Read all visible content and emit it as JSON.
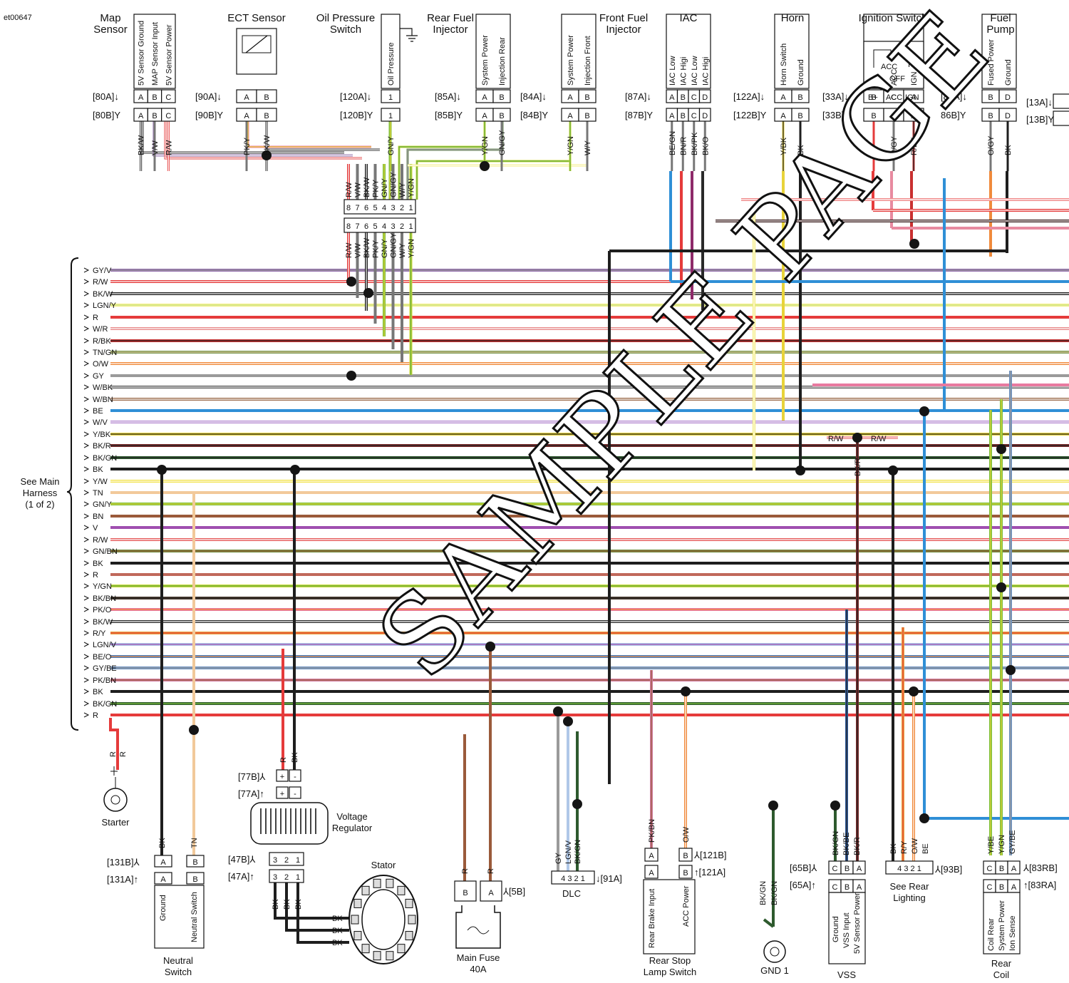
{
  "doc_id": "et00647",
  "watermark": "SAMPLE PAGE",
  "harness_label": [
    "See Main",
    "Harness",
    "(1 of 2)"
  ],
  "harness_wires": [
    {
      "label": "GY/V",
      "color": "#8e6aa8",
      "stripe": "#9a9a9a"
    },
    {
      "label": "R/W",
      "color": "#e53b3b",
      "stripe": "#ffffff"
    },
    {
      "label": "BK/W",
      "color": "#222222",
      "stripe": "#ffffff"
    },
    {
      "label": "LGN/Y",
      "color": "#f4ec7a",
      "stripe": "#c8e6a0"
    },
    {
      "label": "R",
      "color": "#e53b3b",
      "stripe": null
    },
    {
      "label": "W/R",
      "color": "#e88a8a",
      "stripe": "#ffffff"
    },
    {
      "label": "R/BK",
      "color": "#c93030",
      "stripe": "#222222"
    },
    {
      "label": "TN/GN",
      "color": "#7c9a52",
      "stripe": "#d9c49a"
    },
    {
      "label": "O/W",
      "color": "#f08a3c",
      "stripe": "#ffffff"
    },
    {
      "label": "GY",
      "color": "#9a9a9a",
      "stripe": null
    },
    {
      "label": "W/BK",
      "color": "#555555",
      "stripe": "#ffffff"
    },
    {
      "label": "W/BN",
      "color": "#9b6b4b",
      "stripe": "#ffffff"
    },
    {
      "label": "BE",
      "color": "#2f8fd6",
      "stripe": null
    },
    {
      "label": "W/V",
      "color": "#b58ad0",
      "stripe": "#ffffff"
    },
    {
      "label": "Y/BK",
      "color": "#e8d33a",
      "stripe": "#222222"
    },
    {
      "label": "BK/R",
      "color": "#7a2a2a",
      "stripe": "#222222"
    },
    {
      "label": "BK/GN",
      "color": "#2e5a2e",
      "stripe": "#222222"
    },
    {
      "label": "BK",
      "color": "#1e1e1e",
      "stripe": null
    },
    {
      "label": "Y/W",
      "color": "#f2e24a",
      "stripe": "#ffffff"
    },
    {
      "label": "TN",
      "color": "#f2c99a",
      "stripe": null
    },
    {
      "label": "GN/Y",
      "color": "#7bbf3a",
      "stripe": "#e8d33a"
    },
    {
      "label": "BN",
      "color": "#9a5a3a",
      "stripe": null
    },
    {
      "label": "V",
      "color": "#a04fb0",
      "stripe": null
    },
    {
      "label": "R/W",
      "color": "#e55b5b",
      "stripe": "#ffffff"
    },
    {
      "label": "GN/BN",
      "color": "#6b8a3a",
      "stripe": "#9a5a3a"
    },
    {
      "label": "BK",
      "color": "#1e1e1e",
      "stripe": null
    },
    {
      "label": "R",
      "color": "#c0685a",
      "stripe": null
    },
    {
      "label": "Y/GN",
      "color": "#c8d63a",
      "stripe": "#5aa83a"
    },
    {
      "label": "BK/BN",
      "color": "#4a3a2e",
      "stripe": "#222222"
    },
    {
      "label": "PK/O",
      "color": "#e87aa0",
      "stripe": "#f08a3c"
    },
    {
      "label": "BK/W",
      "color": "#333333",
      "stripe": "#ffffff"
    },
    {
      "label": "R/Y",
      "color": "#e8a03a",
      "stripe": "#e53b3b"
    },
    {
      "label": "LGN/V",
      "color": "#b0c8e8",
      "stripe": "#a04fb0"
    },
    {
      "label": "BE/O",
      "color": "#4a7fc0",
      "stripe": "#f08a3c"
    },
    {
      "label": "GY/BE",
      "color": "#6a90c0",
      "stripe": "#9a9a9a"
    },
    {
      "label": "PK/BN",
      "color": "#d07aa0",
      "stripe": "#9a5a3a"
    },
    {
      "label": "BK",
      "color": "#1e1e1e",
      "stripe": null
    },
    {
      "label": "BK/GN",
      "color": "#2e5a2e",
      "stripe": "#7bbf3a"
    },
    {
      "label": "R",
      "color": "#e53b3b",
      "stripe": null
    }
  ],
  "inline_connector": {
    "top_wires": [
      "R/W",
      "V/W",
      "BK/W",
      "PK/Y",
      "GN/Y",
      "GN/GY",
      "W/Y",
      "Y/GN"
    ],
    "pins": [
      "8",
      "7",
      "6",
      "5",
      "4",
      "3",
      "2",
      "1"
    ],
    "bottom_wires": [
      "R/W",
      "V/W",
      "BK/W",
      "PK/Y",
      "GN/Y",
      "GN/GY",
      "W/Y",
      "Y/GN"
    ]
  },
  "components_top": [
    {
      "id": "map",
      "title": [
        "Map",
        "Sensor"
      ],
      "funcs": [
        "5V Sensor Ground",
        "MAP Sensor Input",
        "5V Sensor Power"
      ],
      "pins": [
        "A",
        "B",
        "C"
      ],
      "conn_a": "[80A]",
      "conn_b": "[80B]",
      "wires": [
        "BK/W",
        "V/W",
        "R/W"
      ]
    },
    {
      "id": "ect",
      "title": [
        "ECT Sensor"
      ],
      "pins": [
        "A",
        "B"
      ],
      "conn_a": "[90A]",
      "conn_b": "[90B]",
      "wires": [
        "PK/Y",
        "BK/W"
      ]
    },
    {
      "id": "oil",
      "title": [
        "Oil Pressure",
        "Switch"
      ],
      "funcs": [
        "Oil Pressure"
      ],
      "pins": [
        "1"
      ],
      "conn_a": "[120A]",
      "conn_b": "[120B]",
      "wires": [
        "GN/Y"
      ]
    },
    {
      "id": "rear-inj",
      "title": [
        "Rear Fuel",
        "Injector"
      ],
      "funcs": [
        "System Power",
        "Injection Rear"
      ],
      "pins": [
        "A",
        "B"
      ],
      "conn_a": "[85A]",
      "conn_b": "[85B]",
      "wires": [
        "Y/GN",
        "GN/GY"
      ]
    },
    {
      "id": "front-inj",
      "title": [
        "Front Fuel",
        "Injector"
      ],
      "funcs": [
        "System Power",
        "Injection Front"
      ],
      "pins": [
        "A",
        "B"
      ],
      "conn_a": "[84A]",
      "conn_b": "[84B]",
      "wires": [
        "Y/GN",
        "W/Y"
      ]
    },
    {
      "id": "iac",
      "title": [
        "IAC"
      ],
      "funcs": [
        "IAC Low",
        "IAC Higi",
        "IAC Low",
        "IAC Higi"
      ],
      "pins": [
        "A",
        "B",
        "C",
        "D"
      ],
      "conn_a": "[87A]",
      "conn_b": "[87B]",
      "wires": [
        "BE/GN",
        "BN/R",
        "BK/PK",
        "BK/O"
      ]
    },
    {
      "id": "horn",
      "title": [
        "Horn"
      ],
      "funcs": [
        "Horn Switch",
        "Ground"
      ],
      "pins": [
        "A",
        "B"
      ],
      "conn_a": "[122A]",
      "conn_b": "[122B]",
      "wires": [
        "Y/BK",
        "BK"
      ]
    },
    {
      "id": "ign",
      "title": [
        "Ignition Switch"
      ],
      "funcs": [
        "B+",
        "ACC",
        "IGN"
      ],
      "switch_labels": [
        "ACC",
        "OFF",
        "IGN"
      ],
      "pins": [
        "B",
        "C",
        "A"
      ],
      "conn_a": "[33A]",
      "conn_b": "[33B]",
      "wires": [
        "R",
        "R/GY",
        "R/BK"
      ]
    },
    {
      "id": "pump",
      "title": [
        "Fuel",
        "Pump"
      ],
      "funcs": [
        "Fused Power",
        "Ground"
      ],
      "pins": [
        "B",
        "D"
      ],
      "conn_a": "[86A]",
      "conn_b": "86B]",
      "wires": [
        "O/GY",
        "BK"
      ]
    },
    {
      "id": "edge13",
      "conn_a": "[13A]",
      "conn_b": "[13B]"
    }
  ],
  "junction_labels": {
    "left": "R/W",
    "right": "R/W",
    "vertical": "BK/R"
  },
  "components_bottom": [
    {
      "id": "starter",
      "title": [
        "Starter"
      ],
      "wires": [
        "R",
        "R"
      ]
    },
    {
      "id": "neutral",
      "title": [
        "Neutral",
        "Switch"
      ],
      "funcs": [
        "Ground",
        "Neutral Switch"
      ],
      "pins": [
        "A",
        "B"
      ],
      "conn_a": "[131A]",
      "conn_b": "[131B]",
      "wires": [
        "BK",
        "TN"
      ]
    },
    {
      "id": "vreg",
      "title": [
        "Voltage",
        "Regulator"
      ],
      "conn_77b": "[77B]",
      "conn_77a": "[77A]",
      "plus": "+",
      "minus": "-",
      "conn_47b": "[47B]",
      "conn_47a": "[47A]",
      "pins": [
        "3",
        "2",
        "1"
      ],
      "wires_top": [
        "R",
        "BK"
      ],
      "wires_bottom": [
        "BK",
        "BK",
        "BK"
      ]
    },
    {
      "id": "stator",
      "title": [
        "Stator"
      ],
      "wires": [
        "BK",
        "BK",
        "BK"
      ]
    },
    {
      "id": "fuse",
      "title": [
        "Main Fuse",
        "40A"
      ],
      "pins": [
        "B",
        "A"
      ],
      "conn": "[5B]",
      "wires": [
        "R",
        "R"
      ]
    },
    {
      "id": "dlc",
      "title": [
        "DLC"
      ],
      "pins": [
        "4",
        "3",
        "2",
        "1"
      ],
      "conn": "[91A]",
      "wires": [
        "GY",
        "LGN/V",
        "BK/GN"
      ]
    },
    {
      "id": "stop",
      "title": [
        "Rear Stop",
        "Lamp Switch"
      ],
      "funcs": [
        "Rear Brake Input",
        "ACC Power"
      ],
      "pins": [
        "A",
        "B"
      ],
      "conn_a": "[121A]",
      "conn_b": "[121B]",
      "wires": [
        "PK/BN",
        "O/W"
      ]
    },
    {
      "id": "gnd1",
      "title": [
        "GND 1"
      ],
      "wires": [
        "BK/GN",
        "BK/GN"
      ]
    },
    {
      "id": "vss",
      "title": [
        "VSS"
      ],
      "funcs": [
        "Ground",
        "VSS Input",
        "5V Sensor Power"
      ],
      "pins": [
        "C",
        "B",
        "A"
      ],
      "conn_a": "[65A]",
      "conn_b": "[65B]",
      "wires": [
        "BK/GN",
        "BK/BE",
        "BK/R"
      ]
    },
    {
      "id": "lighting",
      "title": [
        "See Rear",
        "Lighting"
      ],
      "pins": [
        "4",
        "3",
        "2",
        "1"
      ],
      "conn": "[93B]",
      "wires": [
        "BK",
        "R/Y",
        "O/W",
        "BE"
      ]
    },
    {
      "id": "coil",
      "title": [
        "Rear",
        "Coil"
      ],
      "funcs": [
        "Coil Rear",
        "System Power",
        "Ion Sense"
      ],
      "pins": [
        "C",
        "B",
        "A"
      ],
      "conn_a": "[83RA]",
      "conn_b": "[83RB]",
      "wires": [
        "Y/BE",
        "Y/GN",
        "GY/BE"
      ]
    }
  ]
}
